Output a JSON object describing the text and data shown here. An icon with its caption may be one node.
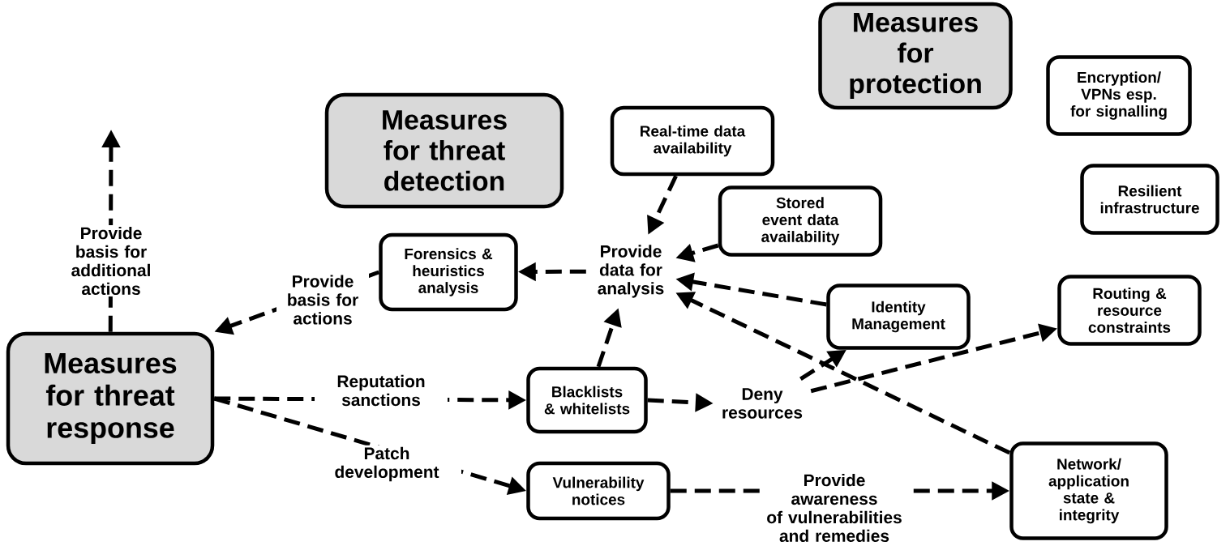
{
  "diagram": {
    "nodes": [
      {
        "text": [
          "Measures for threat detection"
        ]
      },
      {
        "text": [
          "Measures for protection"
        ]
      },
      {
        "text": [
          "Encryption/ VPNs esp. for signalling"
        ]
      },
      {
        "text": [
          "Real-time data availability"
        ]
      },
      {
        "text": [
          "Stored event data availability"
        ]
      },
      {
        "text": [
          "Resilient infrastructure"
        ]
      },
      {
        "text": [
          "Forensics & heuristics analysis"
        ]
      },
      {
        "text": [
          "Provide data for analysis"
        ]
      },
      {
        "text": [
          "Identity Management"
        ]
      },
      {
        "text": [
          "Routing & resource constraints"
        ]
      },
      {
        "text": [
          "Measures for threat response"
        ]
      },
      {
        "text": [
          "Blacklists & whitelists"
        ]
      },
      {
        "text": [
          "Deny resources"
        ]
      },
      {
        "text": [
          "Vulnerability notices"
        ]
      },
      {
        "text": [
          "Network/ application state & integrity"
        ]
      }
    ],
    "edges": [
      {
        "from": 10,
        "to": null,
        "arrow": "to",
        "label": "Provide basis for additional actions",
        "style": "dashed"
      },
      {
        "from": 6,
        "to": 10,
        "arrow": "to",
        "label": "Provide basis for actions",
        "style": "dashed"
      },
      {
        "from": 3,
        "to": 7,
        "arrow": "to",
        "style": "dashed"
      },
      {
        "from": 4,
        "to": 7,
        "arrow": "to",
        "style": "dashed"
      },
      {
        "from": 7,
        "to": 6,
        "arrow": "to",
        "style": "dashed"
      },
      {
        "from": 8,
        "to": 7,
        "arrow": "to",
        "style": "dashed"
      },
      {
        "from": 14,
        "to": 7,
        "arrow": "to",
        "style": "dashed"
      },
      {
        "from": 11,
        "to": 7,
        "arrow": "to",
        "style": "dashed"
      },
      {
        "from": 10,
        "to": 11,
        "arrow": "to",
        "label": "Reputation sanctions",
        "style": "dashed"
      },
      {
        "from": 10,
        "to": 13,
        "arrow": "to",
        "label": "Patch development",
        "style": "dashed"
      },
      {
        "from": 11,
        "to": 12,
        "arrow": "to",
        "style": "dashed"
      },
      {
        "from": 12,
        "to": 8,
        "arrow": "to",
        "style": "dashed"
      },
      {
        "from": 12,
        "to": 9,
        "arrow": "to",
        "style": "dashed"
      },
      {
        "from": 13,
        "to": 14,
        "arrow": "to",
        "label": "Provide awareness of vulnerabilities and remedies",
        "style": "dashed"
      }
    ]
  }
}
